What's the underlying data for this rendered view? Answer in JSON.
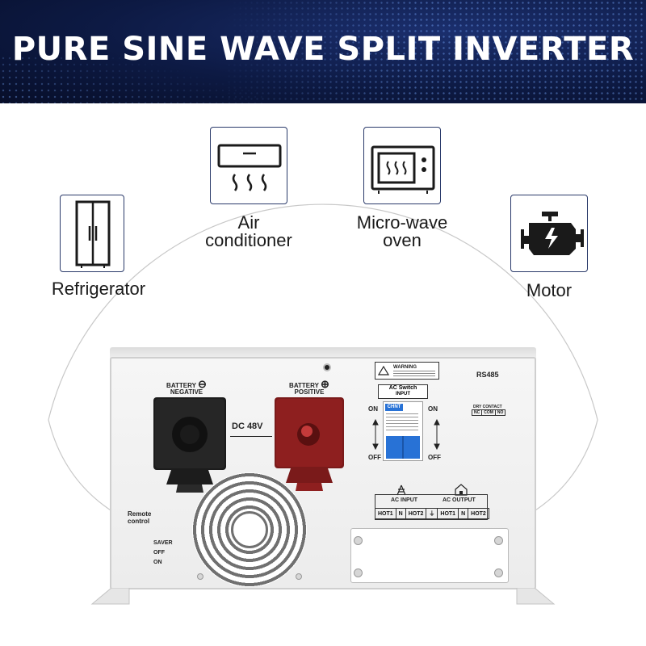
{
  "banner": {
    "title": "PURE SINE WAVE SPLIT INVERTER"
  },
  "appliances": {
    "refrigerator": {
      "label": "Refrigerator",
      "icon": "refrigerator-icon"
    },
    "air_conditioner": {
      "label_line1": "Air",
      "label_line2": "conditioner",
      "icon": "air-conditioner-icon"
    },
    "microwave": {
      "label_line1": "Micro-wave",
      "label_line2": "oven",
      "icon": "microwave-icon"
    },
    "motor": {
      "label": "Motor",
      "icon": "motor-icon"
    }
  },
  "inverter": {
    "battery_negative": {
      "line1": "BATTERY",
      "line2": "NEGATIVE",
      "symbol": "⊖"
    },
    "battery_positive": {
      "line1": "BATTERY",
      "line2": "POSITIVE",
      "symbol": "⊕"
    },
    "dc_label": "DC 48V",
    "warning_label": "WARNING",
    "ac_switch": {
      "line1": "AC Switch",
      "line2": "INPUT"
    },
    "breaker_brand": "CHNT",
    "switch_on": "ON",
    "switch_off": "OFF",
    "rs485": "RS485",
    "dry_contact": {
      "title": "DRY CONTACT",
      "cells": [
        "NC",
        "COM",
        "NO"
      ]
    },
    "remote_control": {
      "line1": "Remote",
      "line2": "control"
    },
    "modes": [
      "SAVER",
      "OFF",
      "ON"
    ],
    "ac_input": {
      "title": "AC INPUT",
      "cells": [
        "HOT1",
        "N",
        "HOT2"
      ]
    },
    "ac_output": {
      "title": "AC OUTPUT",
      "cells": [
        "HOT1",
        "N",
        "HOT2"
      ]
    },
    "ground_symbol": "⏚"
  },
  "colors": {
    "banner_bg": "#0d1a44",
    "terminal_negative": "#1c1c1c",
    "terminal_positive": "#8e1f1f",
    "breaker_blue": "#2872d6",
    "icon_stroke": "#1a1a1a"
  }
}
